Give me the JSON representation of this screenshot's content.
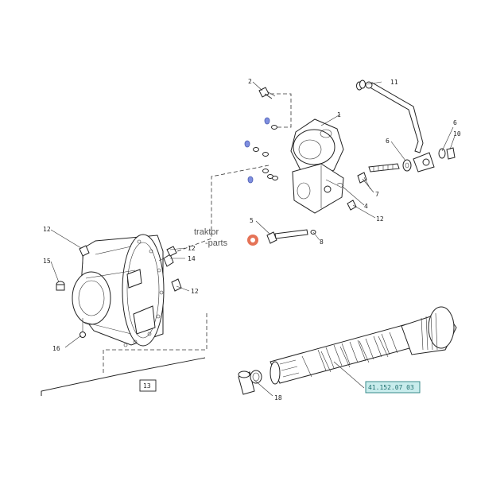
{
  "colors": {
    "line": "#222222",
    "seal_blue": "#7f8fe0",
    "ref_box_fill": "#c8ecec",
    "ref_box_stroke": "#2a8080",
    "ref_box_text": "#1f6f6f",
    "watermark_logo": "#e05a3a"
  },
  "callouts": {
    "c1": "1",
    "c2": "2",
    "c4": "4",
    "c5": "5",
    "c6a": "6",
    "c6b": "6",
    "c7": "7",
    "c8": "8",
    "c10": "10",
    "c11": "11",
    "c12a": "12",
    "c12b": "12",
    "c12c": "12",
    "c12d": "12",
    "c13": "13",
    "c14": "14",
    "c15": "15",
    "c16": "16",
    "c18": "18"
  },
  "reference_box": {
    "label": "41.152.07 03"
  },
  "watermark": {
    "line1": "traktor",
    "line2": "-parts",
    "logo_icon": "gear-logo-icon"
  }
}
